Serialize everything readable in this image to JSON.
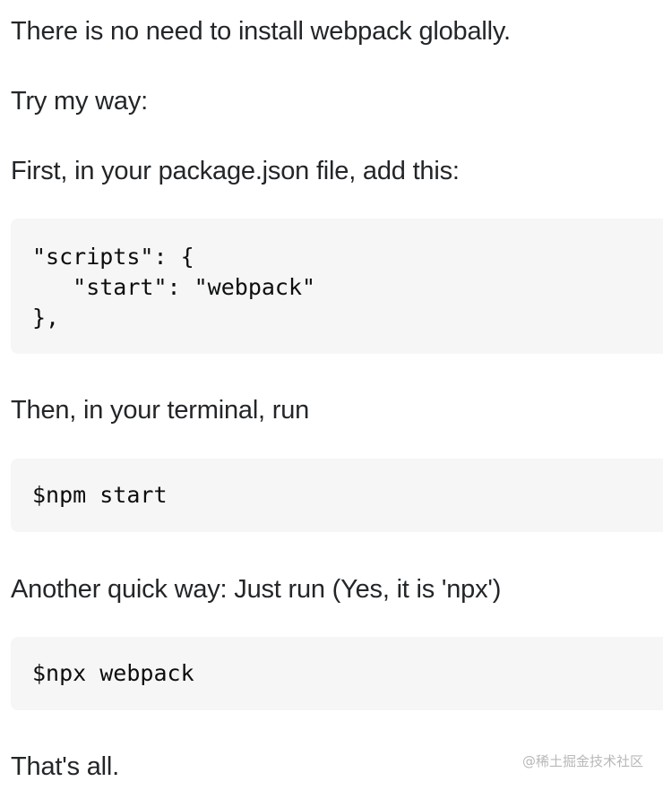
{
  "answer": {
    "p1": "There is no need to install webpack globally.",
    "p2": "Try my way:",
    "p3": "First, in your package.json file, add this:",
    "code1": [
      "\"scripts\": {",
      "   \"start\": \"webpack\"",
      "},"
    ],
    "p4": "Then, in your terminal, run",
    "code2": [
      "$npm start"
    ],
    "p5": "Another quick way: Just run (Yes, it is 'npx')",
    "code3": [
      "$npx webpack"
    ],
    "p6": "That's all."
  },
  "watermark": "@稀土掘金技术社区"
}
